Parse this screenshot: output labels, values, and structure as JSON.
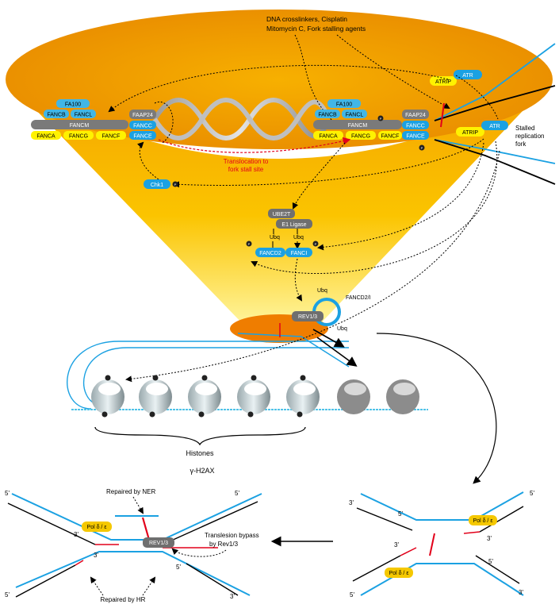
{
  "agents": {
    "line1": "DNA crosslinkers, Cisplatin",
    "line2": "Mitomycin C, Fork stalling agents"
  },
  "left_complex": {
    "fa100": "FA100",
    "fancb": "FANCB",
    "fancl": "FANCL",
    "fancm": "FANCM",
    "faap24": "FAAP24",
    "fanca": "FANCA",
    "fancg": "FANCG",
    "fancf": "FANCF",
    "fancc": "FANCC",
    "fance": "FANCE"
  },
  "right_complex": {
    "fa100": "FA100",
    "fancb": "FANCB",
    "fancl": "FANCL",
    "fancm": "FANCM",
    "faap24": "FAAP24",
    "fanca": "FANCA",
    "fancg": "FANCG",
    "fancf": "FANCF",
    "fancc": "FANCC",
    "fance": "FANCE"
  },
  "atr_top": {
    "atrip": "ATRIP",
    "atr": "ATR"
  },
  "atr_fork": {
    "atrip": "ATRIP",
    "atr": "ATR"
  },
  "stalled_fork": {
    "line1": "Stalled",
    "line2": "replication",
    "line3": "fork"
  },
  "translocation": {
    "line1": "Translocation to",
    "line2": "fork stall site"
  },
  "chk1": "Chk1",
  "ube2t": "UBE2T",
  "e1_ligase": "E1 Ligase",
  "ubq": "Ubq",
  "fancd2": "FANCD2",
  "fanci": "FANCI",
  "fancd2i": "FANCD2/I",
  "rev13": "REV1/3",
  "histones": "Histones",
  "h2ax": "γ-H2AX",
  "phospho": "P",
  "bottom_left": {
    "five": "5'",
    "three": "3'",
    "repaired_ner": "Repaired by NER",
    "repaired_hr": "Repaired by HR",
    "pol": "Pol δ / ε",
    "rev13": "REV1/3",
    "tls1": "Translesion bypass",
    "tls2": "by Rev1/3"
  },
  "bottom_right": {
    "five": "5'",
    "three": "3'",
    "pol": "Pol δ / ε"
  },
  "colors": {
    "cone_orange": "#f29400",
    "cone_yellow": "#ffe100",
    "blue": "#1ba1e2",
    "gray": "#7a7a7a",
    "yellow": "#fff200",
    "red": "#e2001a"
  }
}
